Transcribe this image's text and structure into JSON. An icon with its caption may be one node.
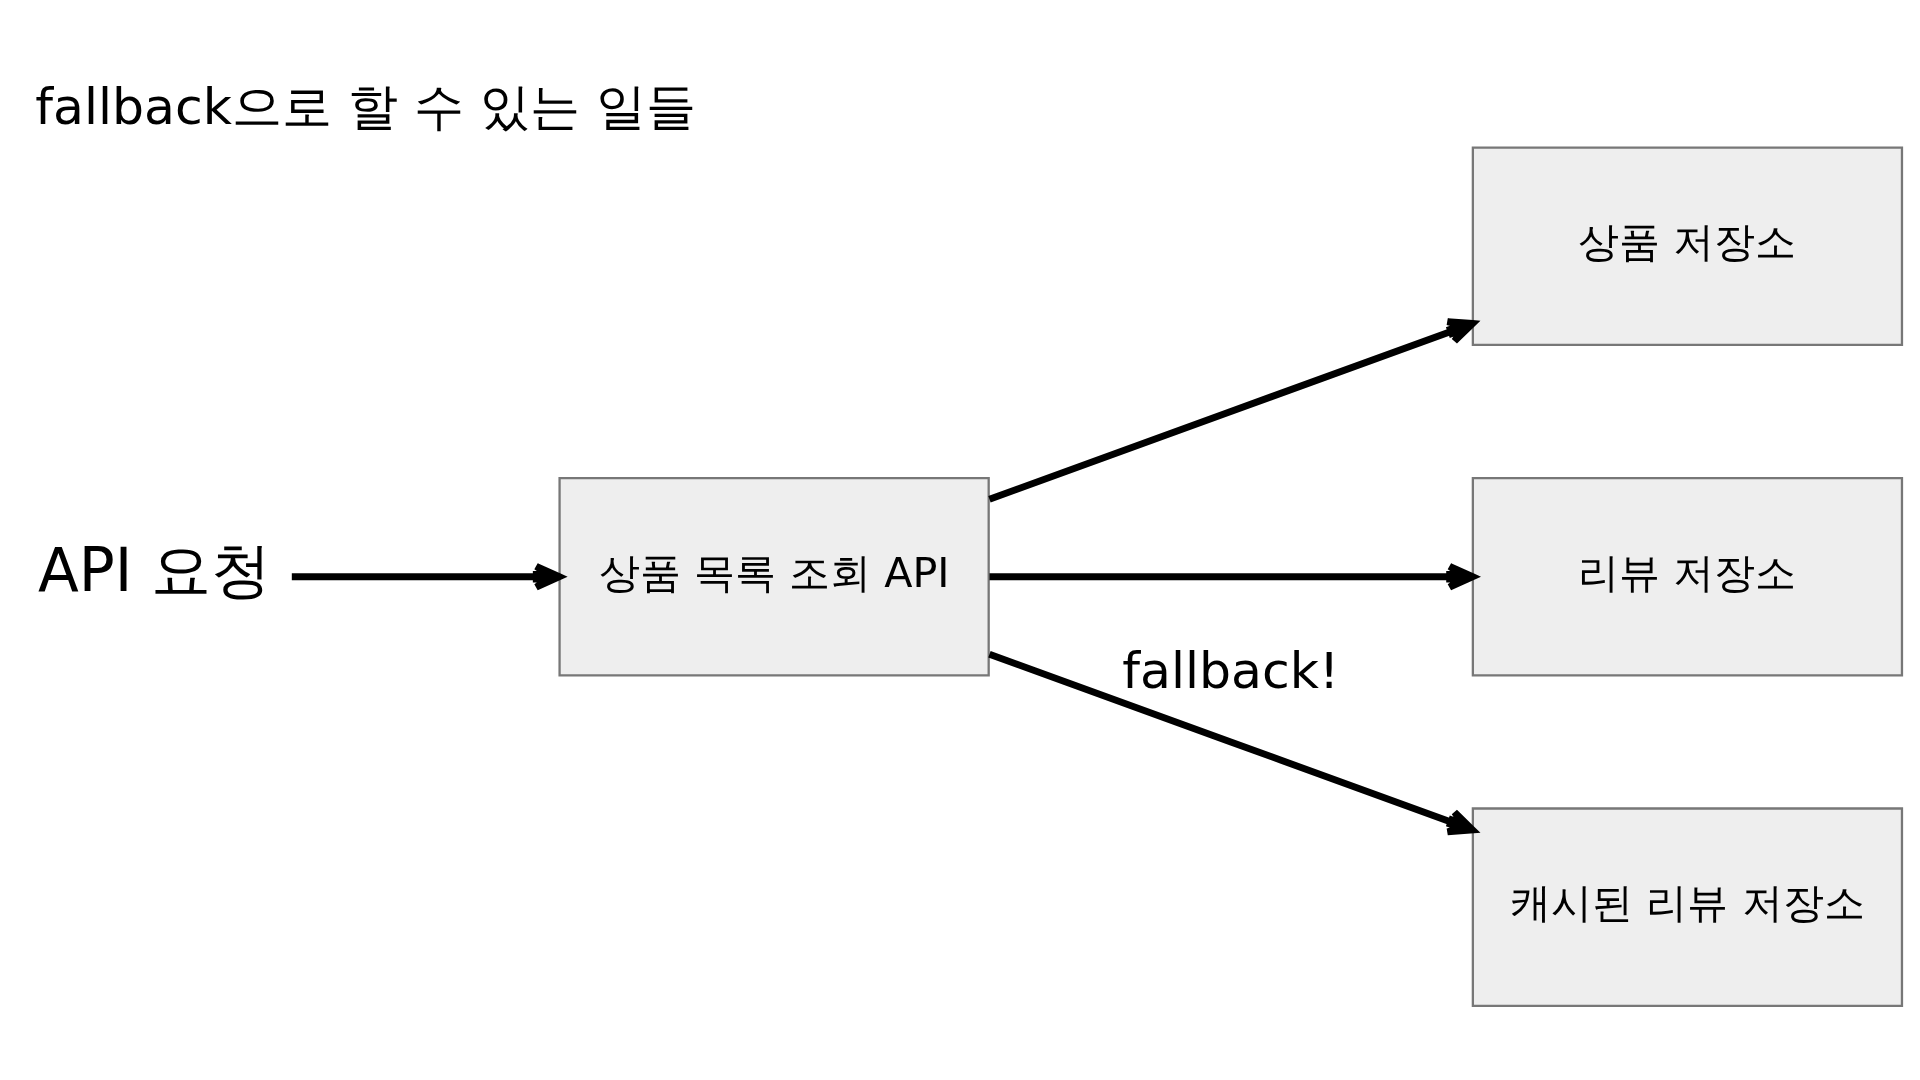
{
  "diagram": {
    "title": "fallback으로 할 수 있는 일들",
    "nodes": [
      {
        "text": [
          "API 요청"
        ]
      },
      {
        "text": [
          "상품 목록 조회 API"
        ]
      },
      {
        "text": [
          "상품 저장소"
        ]
      },
      {
        "text": [
          "리뷰 저장소"
        ]
      },
      {
        "text": [
          "캐시된 리뷰 저장소"
        ]
      }
    ],
    "edges": [
      {
        "from": 0,
        "to": 1,
        "arrow": "to"
      },
      {
        "from": 1,
        "to": 2,
        "arrow": "to"
      },
      {
        "from": 1,
        "to": 3,
        "arrow": "to"
      },
      {
        "from": 1,
        "to": 4,
        "arrow": "to",
        "label": "fallback!"
      }
    ]
  }
}
